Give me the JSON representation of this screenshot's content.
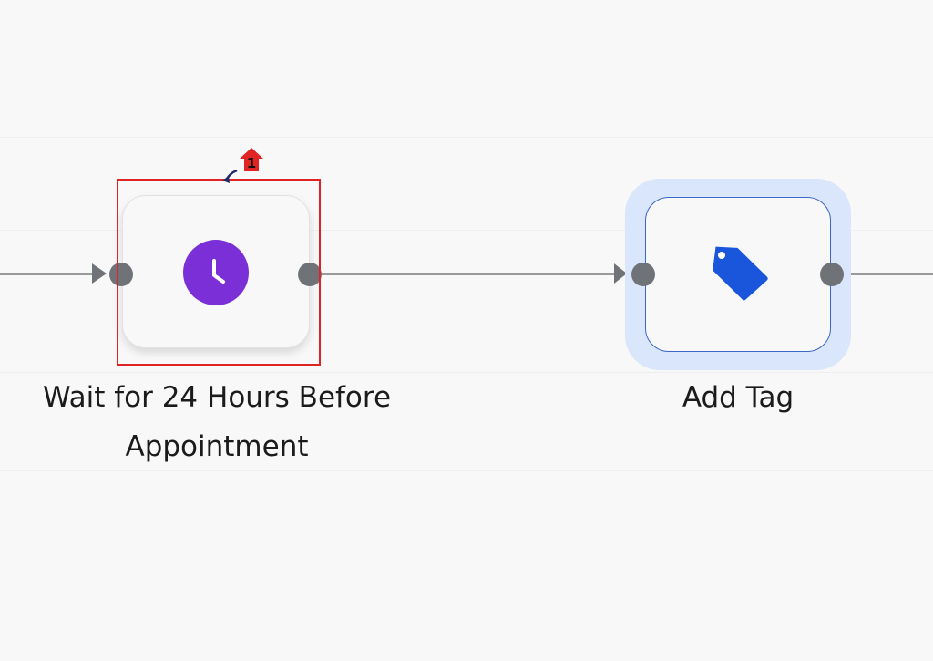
{
  "workflow": {
    "nodes": [
      {
        "label": "Wait for 24 Hours Before Appointment",
        "label_lines": [
          "Wait for 24 Hours Before",
          "Appointment"
        ],
        "icon": "clock-icon",
        "icon_color": "#7b2fd6",
        "selected": true
      },
      {
        "label": "Add Tag",
        "icon": "tag-icon",
        "icon_color": "#1a56db",
        "highlighted": true
      }
    ],
    "annotation": {
      "number": "1",
      "color": "#e02424"
    }
  },
  "colors": {
    "background": "#f8f8f8",
    "edge": "#9a9a9a",
    "port": "#6f7276",
    "selection": "#e02424",
    "highlight_halo": "#d9e6fb",
    "highlight_border": "#3a67c9"
  }
}
